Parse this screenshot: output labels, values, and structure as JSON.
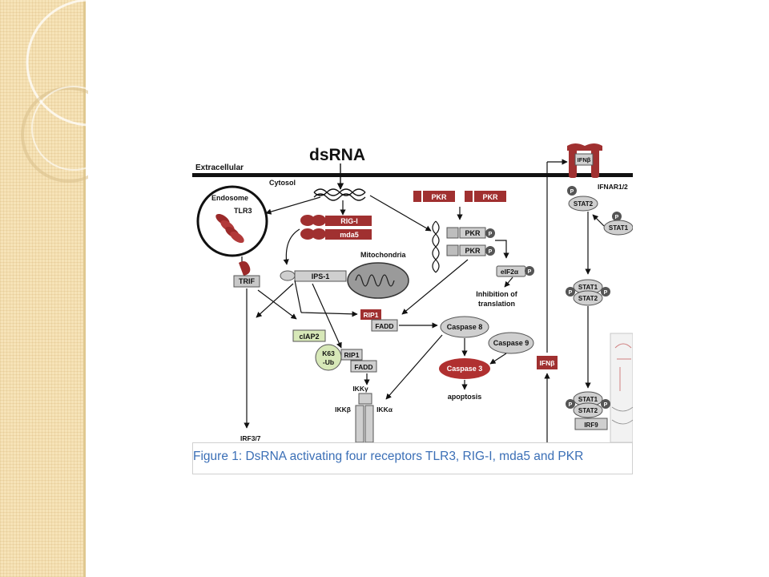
{
  "caption": "Figure 1: DsRNA activating four receptors TLR3, RIG-I, mda5 and PKR",
  "diagram": {
    "dsrna": "dsRNA",
    "extracellular": "Extracellular",
    "cytosol": "Cytosol",
    "endosome": "Endosome",
    "tlr3": "TLR3",
    "trif": "TRIF",
    "rig_i": "RIG-I",
    "mda5": "mda5",
    "mitochondria": "Mitochondria",
    "ips1": "IPS-1",
    "pkr": "PKR",
    "p": "P",
    "eif2a": "eIF2α",
    "inhibition_1": "Inhibition of",
    "inhibition_2": "translation",
    "rip1": "RIP1",
    "fadd": "FADD",
    "ciap2": "cIAP2",
    "k63_1": "K63",
    "k63_2": "-Ub",
    "caspase8": "Caspase 8",
    "caspase9": "Caspase 9",
    "caspase3": "Caspase 3",
    "apoptosis": "apoptosis",
    "ikkg": "IKKγ",
    "ikkb": "IKKβ",
    "ikka": "IKKα",
    "irf": "IRF3/7",
    "ifnb": "IFNβ",
    "ifnar": "IFNAR1/2",
    "stat1": "STAT1",
    "stat2": "STAT2",
    "irf9": "IRF9"
  }
}
